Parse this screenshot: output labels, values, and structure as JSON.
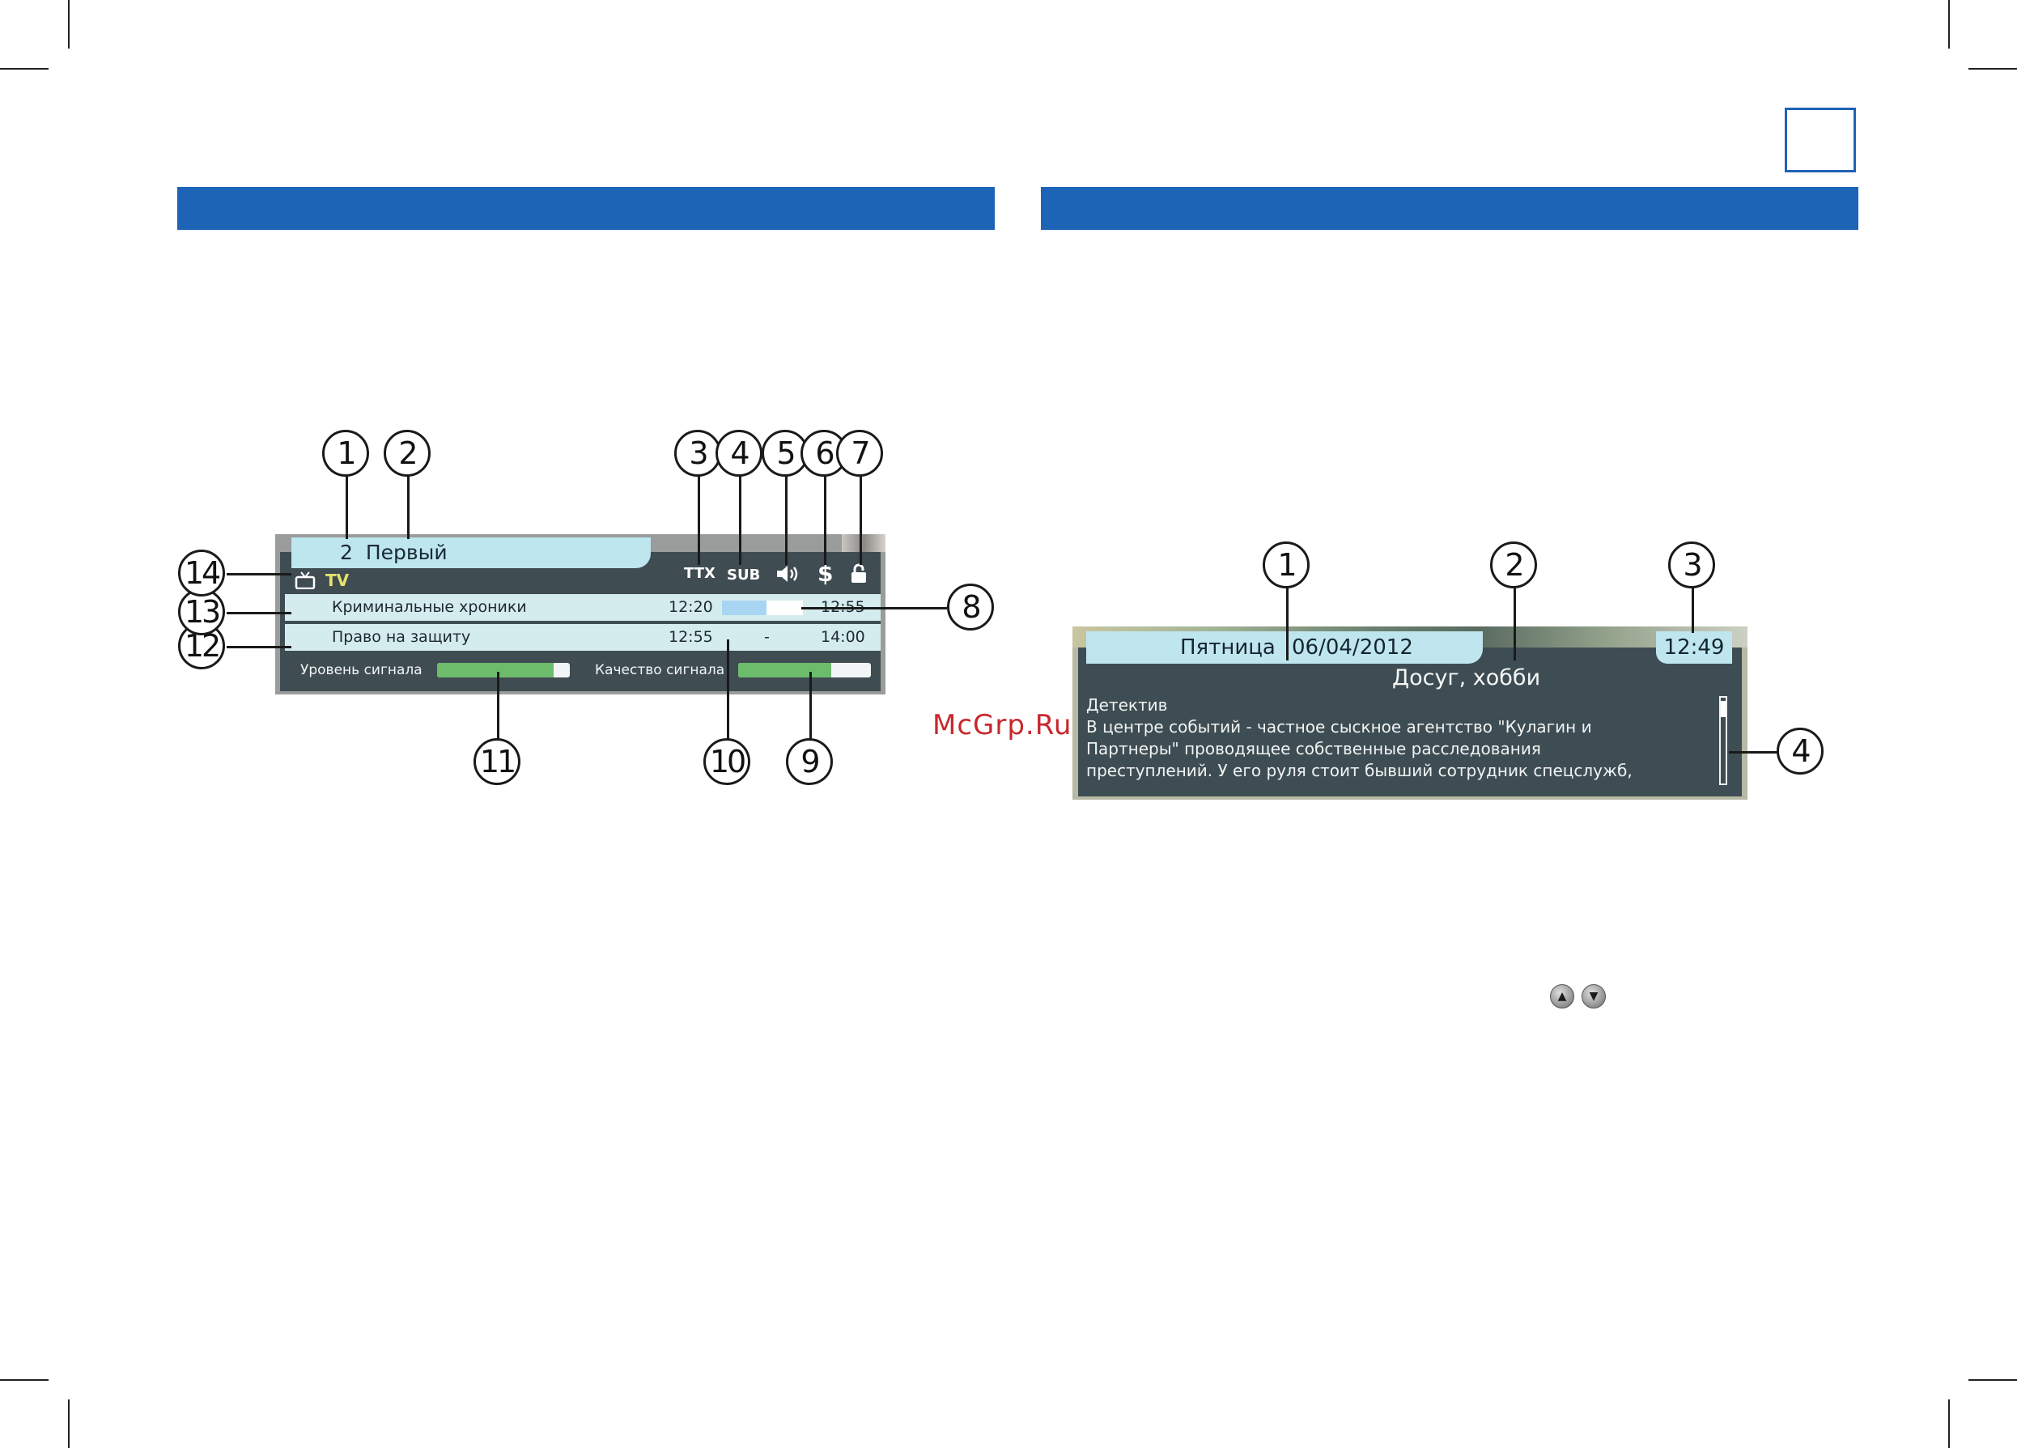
{
  "page": {
    "watermark": "McGrp.Ru"
  },
  "infobar": {
    "channel_number": "2",
    "channel_name": "Первый",
    "tv_type": "TV",
    "ttx": "TTX",
    "sub": "SUB",
    "dollar": "$",
    "programs": [
      {
        "title": "Криминальные хроники",
        "start": "12:20",
        "end": "12:55",
        "progress": 0.55
      },
      {
        "title": "Право на защиту",
        "start": "12:55",
        "separator": "-",
        "end": "14:00"
      }
    ],
    "signal_level_label": "Уровень сигнала",
    "signal_level": 0.88,
    "signal_quality_label": "Качество сигнала",
    "signal_quality": 0.7,
    "callouts": [
      "1",
      "2",
      "3",
      "4",
      "5",
      "6",
      "7",
      "8",
      "9",
      "10",
      "11",
      "12",
      "13",
      "14"
    ]
  },
  "epg": {
    "day": "Пятница",
    "date": "06/04/2012",
    "time": "12:49",
    "genre": "Досуг, хобби",
    "category": "Детектив",
    "description_lines": [
      "В центре событий - частное сыскное агентство \"Кулагин и",
      "Партнеры\" проводящее собственные расследования",
      "преступлений. У его руля стоит бывший сотрудник спецслужб,"
    ],
    "callouts": [
      "1",
      "2",
      "3",
      "4"
    ]
  },
  "nav": {
    "up_icon": "arrow-up-icon",
    "down_icon": "arrow-down-icon",
    "up_glyph": "▲",
    "down_glyph": "▼"
  },
  "colors": {
    "header_bar": "#1d64b6",
    "osd_panel": "#3f4c52",
    "osd_tab": "#bde6ef",
    "signal_green": "#6cbc6c",
    "watermark": "#c8282d"
  }
}
